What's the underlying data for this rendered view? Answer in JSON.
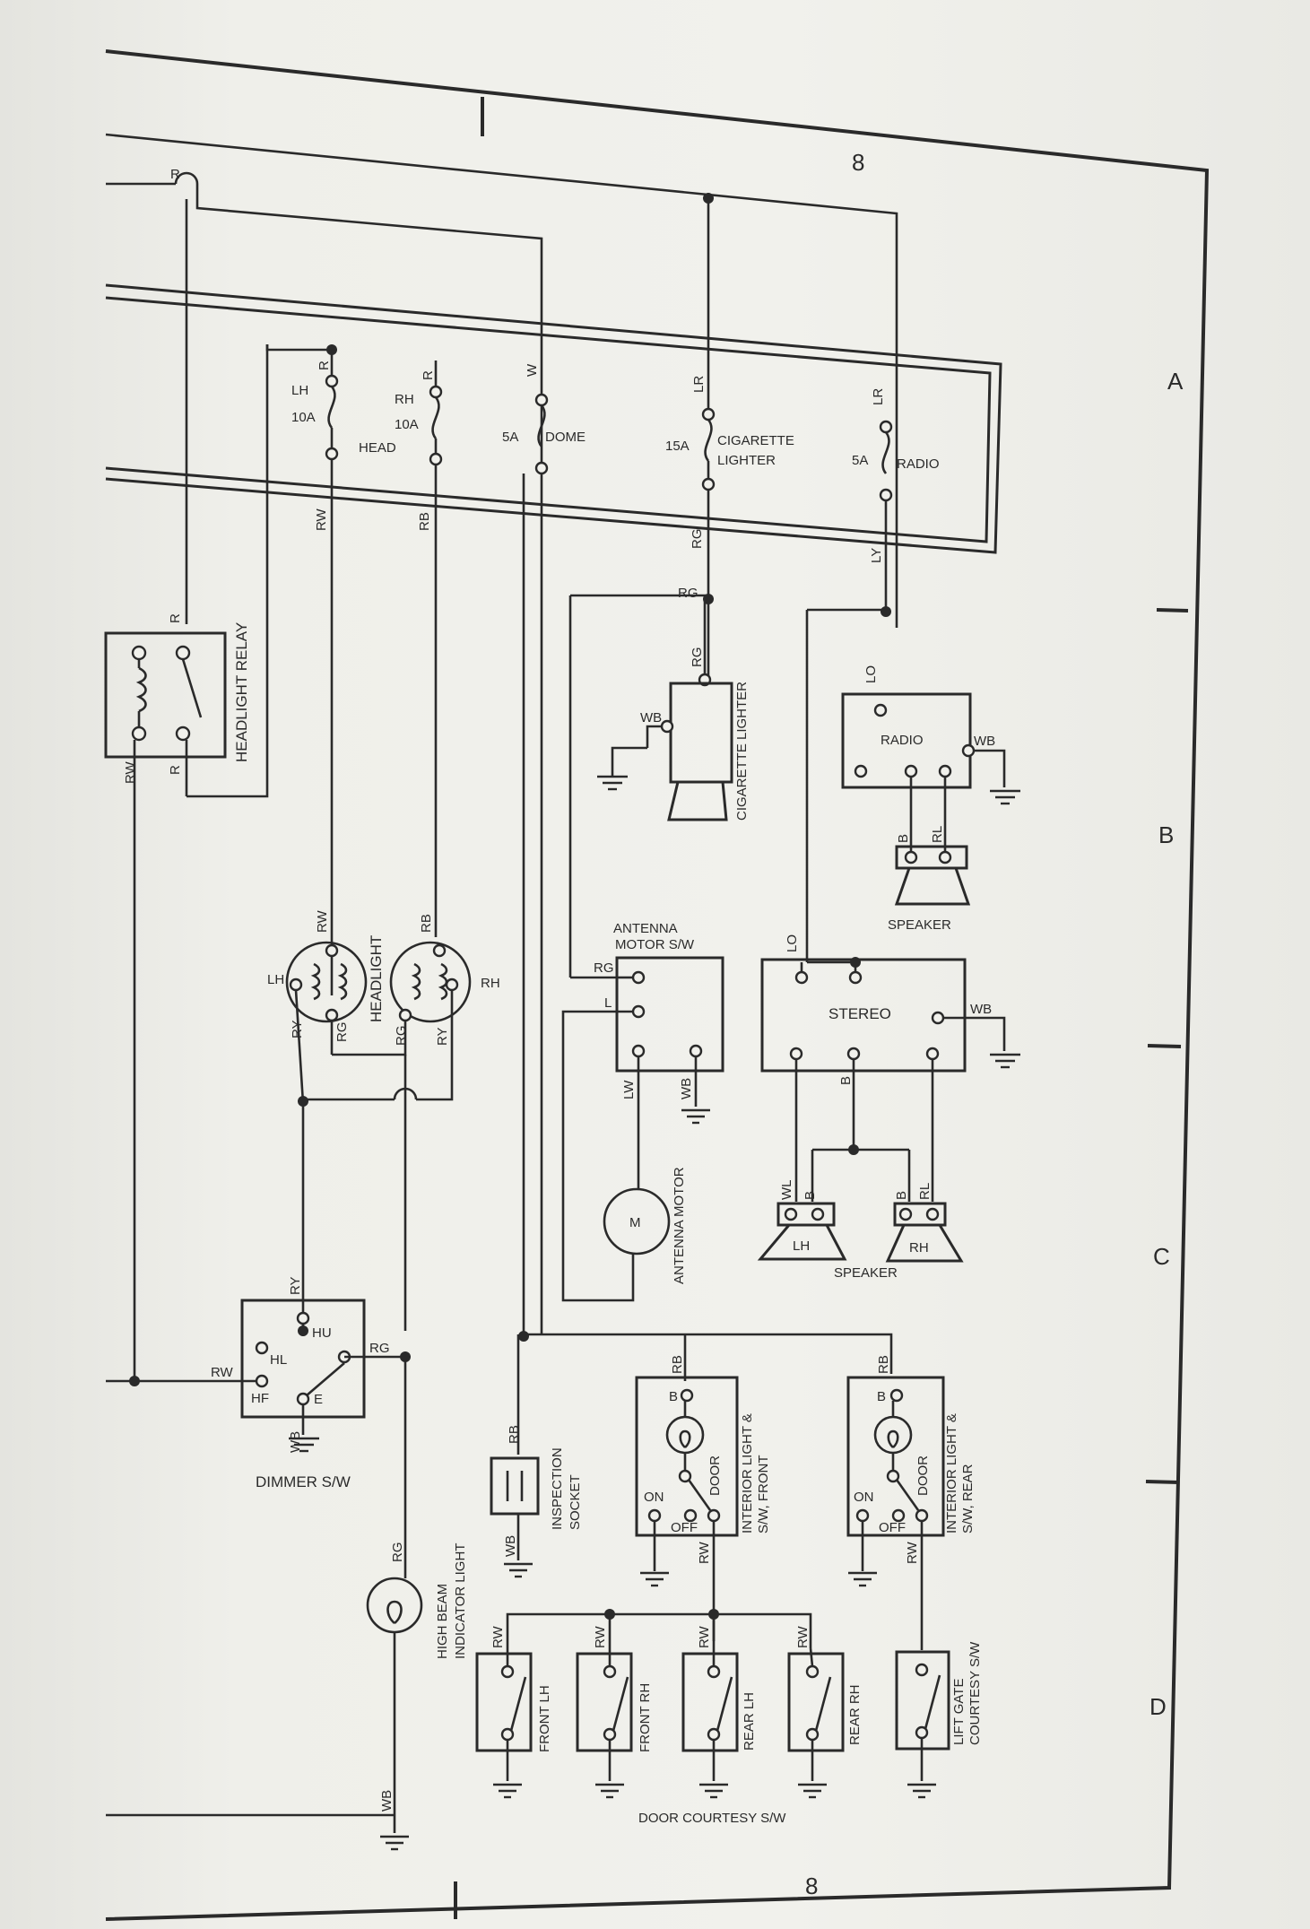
{
  "page": {
    "number": "8"
  },
  "grid": {
    "rows": [
      "A",
      "B",
      "C",
      "D"
    ]
  },
  "fuses": [
    {
      "name": "LH",
      "rating": "10A",
      "wire_in": "R",
      "wire_out": "RW"
    },
    {
      "name": "RH",
      "rating": "10A",
      "wire_in": "R",
      "wire_out": "RB"
    },
    {
      "label": "HEAD"
    },
    {
      "name": "DOME",
      "rating": "5A",
      "wire_in": "W"
    },
    {
      "name": "CIGARETTE LIGHTER",
      "line1": "CIGARETTE",
      "line2": "LIGHTER",
      "rating": "15A",
      "wire_in": "LR",
      "wire_out": "RG"
    },
    {
      "name": "RADIO",
      "rating": "5A",
      "wire_in": "LR",
      "wire_out": "LY"
    }
  ],
  "components": {
    "headlight_relay": "HEADLIGHT RELAY",
    "headlight": "HEADLIGHT",
    "cigarette_lighter": "CIGARETTE LIGHTER",
    "radio": "RADIO",
    "speaker": "SPEAKER",
    "antenna_motor_sw_line1": "ANTENNA",
    "antenna_motor_sw_line2": "MOTOR S/W",
    "antenna_motor": "ANTENNA MOTOR",
    "motor_symbol": "M",
    "stereo": "STEREO",
    "dimmer_sw": "DIMMER S/W",
    "high_beam_line1": "HIGH BEAM",
    "high_beam_line2": "INDICATOR LIGHT",
    "inspection_line1": "INSPECTION",
    "inspection_line2": "SOCKET",
    "interior_front_line1": "INTERIOR LIGHT &",
    "interior_front_line2": "S/W, FRONT",
    "interior_rear_line1": "INTERIOR LIGHT &",
    "interior_rear_line2": "S/W, REAR",
    "door_courtesy_sw": "DOOR COURTESY S/W",
    "front_lh": "FRONT LH",
    "front_rh": "FRONT RH",
    "rear_lh": "REAR LH",
    "rear_rh": "REAR RH",
    "lift_gate_line1": "LIFT GATE",
    "lift_gate_line2": "COURTESY S/W"
  },
  "labels": {
    "LH": "LH",
    "RH": "RH",
    "HU": "HU",
    "HL": "HL",
    "HF": "HF",
    "E": "E",
    "ON": "ON",
    "OFF": "OFF",
    "DOOR": "DOOR",
    "B": "B"
  },
  "wires": {
    "R": "R",
    "RW": "RW",
    "RB": "RB",
    "RG": "RG",
    "RY": "RY",
    "W": "W",
    "WB": "WB",
    "LO": "LO",
    "LR": "LR",
    "LY": "LY",
    "L": "L",
    "LW": "LW",
    "B": "B",
    "RL": "RL",
    "WL": "WL"
  }
}
